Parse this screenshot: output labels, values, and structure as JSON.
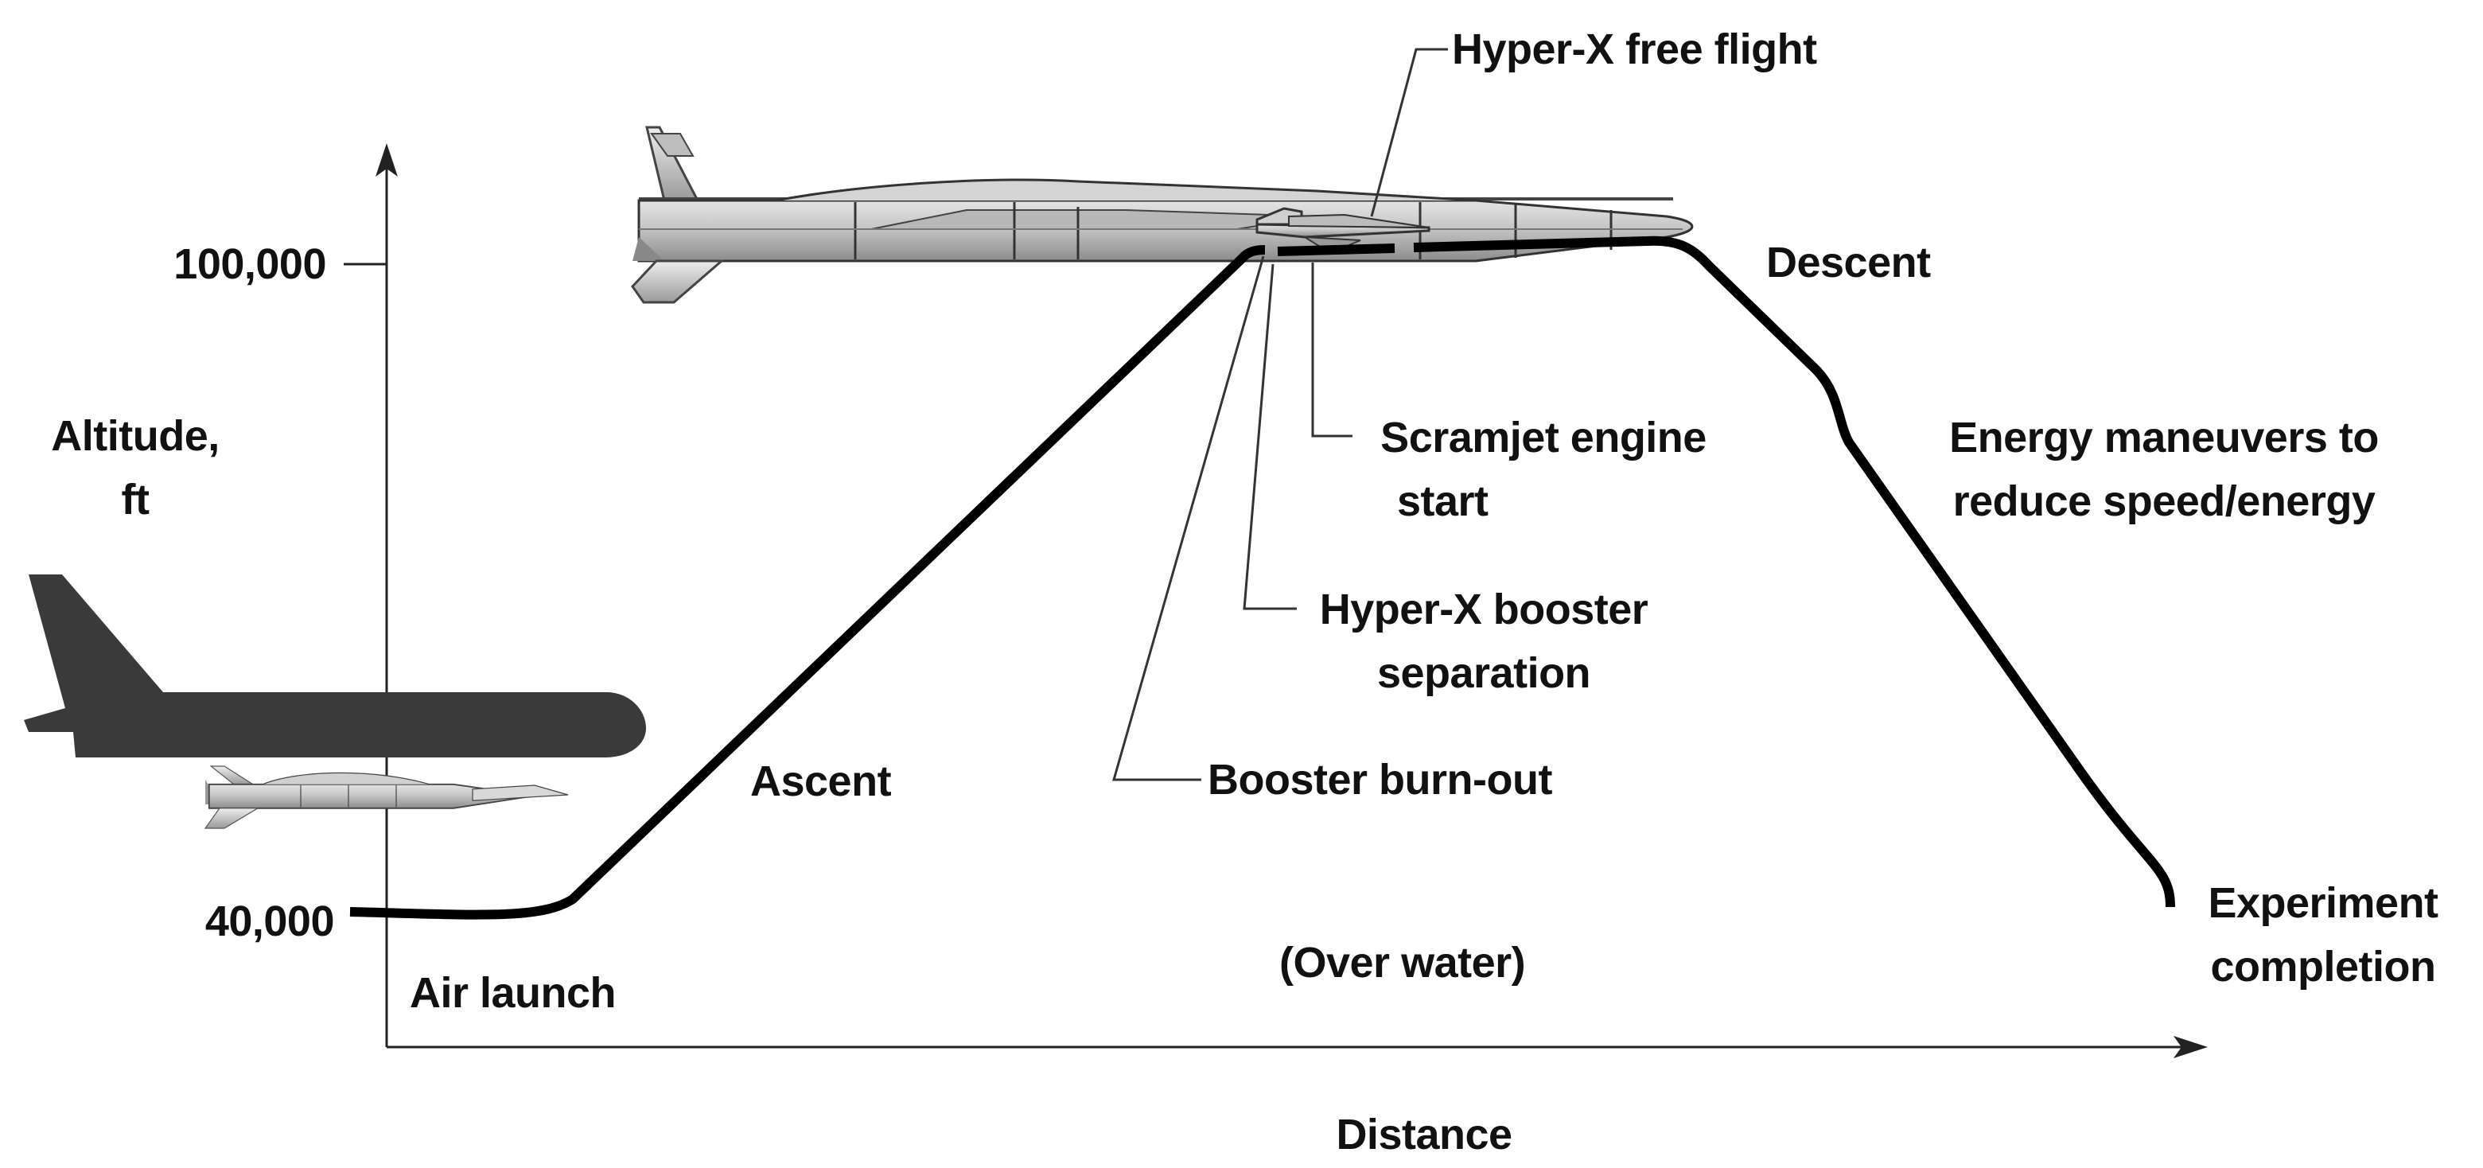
{
  "colors": {
    "trajectory": "#000000",
    "axes": "#222222",
    "leader_lines": "#333333",
    "b52_carrier": "#3a3a3a",
    "pegasus_booster": "#c9c9c9",
    "hyperx_vehicle": "#bdbdbd",
    "text": "#111111"
  },
  "axis": {
    "y_label_line1": "Altitude,",
    "y_label_line2": "ft",
    "x_label": "Distance",
    "y_ticks": [
      "100,000",
      "40,000"
    ]
  },
  "phases": {
    "air_launch": "Air launch",
    "ascent": "Ascent",
    "over_water": "(Over water)",
    "descent": "Descent",
    "energy_line1": "Energy maneuvers to",
    "energy_line2": "reduce speed/energy",
    "experiment_line1": "Experiment",
    "experiment_line2": "completion"
  },
  "events": {
    "free_flight": "Hyper-X free flight",
    "scramjet_line1": "Scramjet engine",
    "scramjet_line2": "start",
    "separation_line1": "Hyper-X booster",
    "separation_line2": "separation",
    "burnout": "Booster burn-out"
  },
  "icons": {
    "carrier": "b52-carrier-aircraft-icon",
    "launch_stack": "pegasus-booster-stack-icon",
    "booster_stack": "pegasus-booster-stack-icon",
    "vehicle": "hyperx-vehicle-icon"
  }
}
